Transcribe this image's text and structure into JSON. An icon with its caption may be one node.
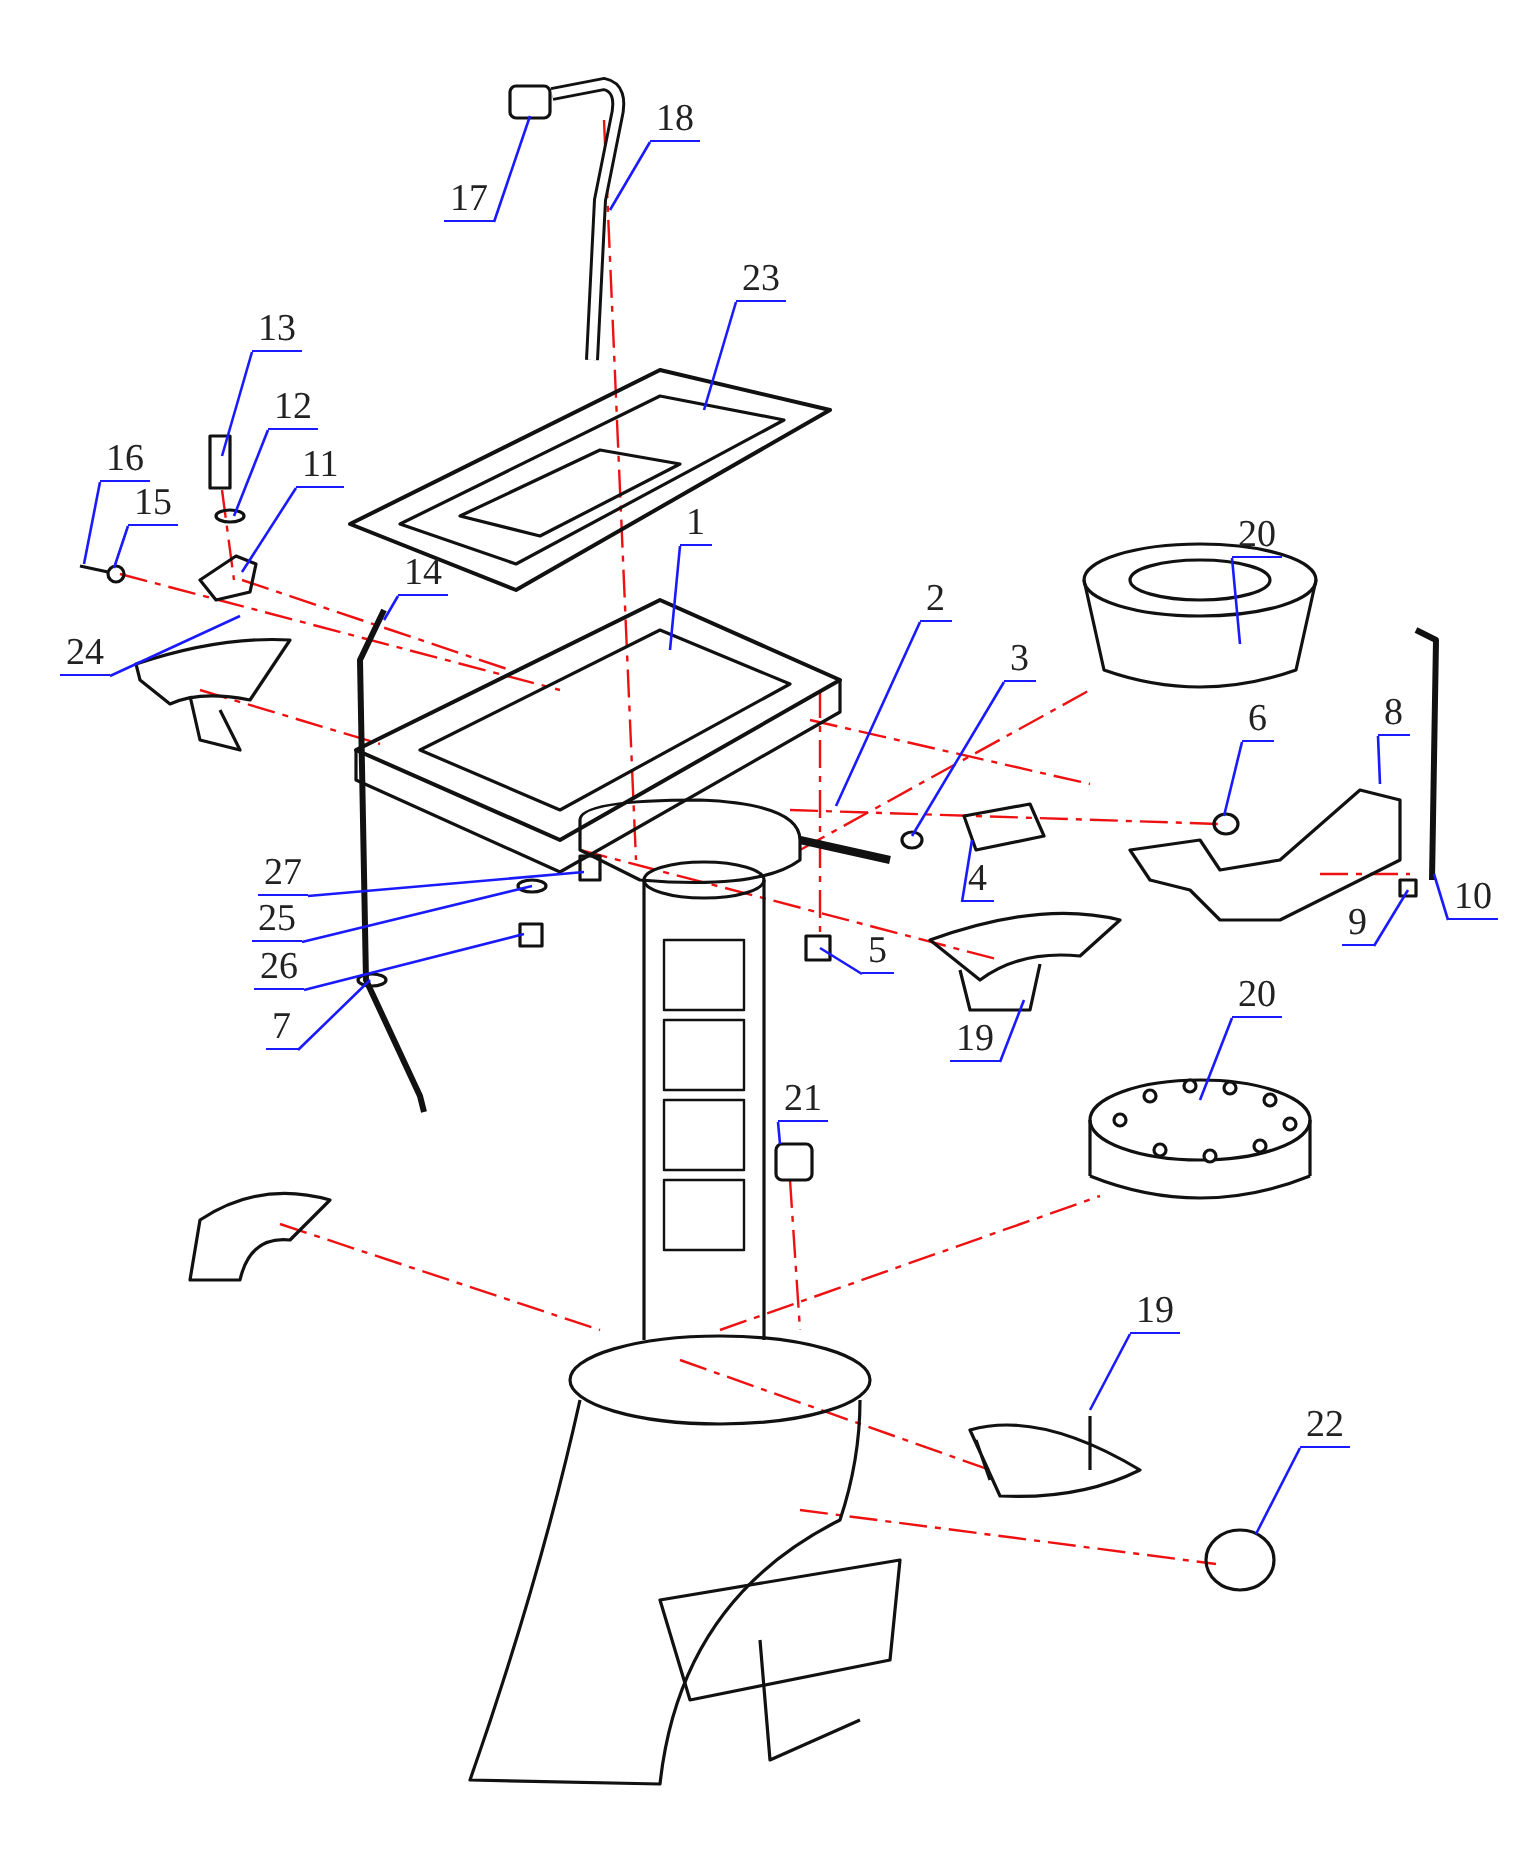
{
  "diagram": {
    "nodes": [
      {
        "text": [
          "17"
        ]
      },
      {
        "text": [
          "18"
        ]
      },
      {
        "text": [
          "23"
        ]
      },
      {
        "text": [
          "13"
        ]
      },
      {
        "text": [
          "12"
        ]
      },
      {
        "text": [
          "16"
        ]
      },
      {
        "text": [
          "15"
        ]
      },
      {
        "text": [
          "11"
        ]
      },
      {
        "text": [
          "1"
        ]
      },
      {
        "text": [
          "20"
        ]
      },
      {
        "text": [
          "14"
        ]
      },
      {
        "text": [
          "2"
        ]
      },
      {
        "text": [
          "24"
        ]
      },
      {
        "text": [
          "3"
        ]
      },
      {
        "text": [
          "6"
        ]
      },
      {
        "text": [
          "8"
        ]
      },
      {
        "text": [
          "4"
        ]
      },
      {
        "text": [
          "27"
        ]
      },
      {
        "text": [
          "10"
        ]
      },
      {
        "text": [
          "25"
        ]
      },
      {
        "text": [
          "9"
        ]
      },
      {
        "text": [
          "5"
        ]
      },
      {
        "text": [
          "26"
        ]
      },
      {
        "text": [
          "7"
        ]
      },
      {
        "text": [
          "19"
        ]
      },
      {
        "text": [
          "21"
        ]
      },
      {
        "text": [
          "20"
        ]
      },
      {
        "text": [
          "19"
        ]
      },
      {
        "text": [
          "22"
        ]
      }
    ],
    "edges": [
      {
        "from": 0,
        "to": null,
        "arrow": "none"
      },
      {
        "from": 1,
        "to": null,
        "arrow": "none"
      },
      {
        "from": 2,
        "to": null,
        "arrow": "none"
      },
      {
        "from": 3,
        "to": null,
        "arrow": "none"
      },
      {
        "from": 4,
        "to": null,
        "arrow": "none"
      },
      {
        "from": 5,
        "to": null,
        "arrow": "none"
      },
      {
        "from": 6,
        "to": null,
        "arrow": "none"
      },
      {
        "from": 7,
        "to": null,
        "arrow": "none"
      },
      {
        "from": 8,
        "to": null,
        "arrow": "none"
      },
      {
        "from": 9,
        "to": null,
        "arrow": "none"
      },
      {
        "from": 10,
        "to": null,
        "arrow": "none"
      },
      {
        "from": 11,
        "to": null,
        "arrow": "none"
      },
      {
        "from": 12,
        "to": null,
        "arrow": "none"
      },
      {
        "from": 13,
        "to": null,
        "arrow": "none"
      },
      {
        "from": 14,
        "to": null,
        "arrow": "none"
      },
      {
        "from": 15,
        "to": null,
        "arrow": "none"
      },
      {
        "from": 16,
        "to": null,
        "arrow": "none"
      },
      {
        "from": 17,
        "to": null,
        "arrow": "none"
      },
      {
        "from": 18,
        "to": null,
        "arrow": "none"
      },
      {
        "from": 19,
        "to": null,
        "arrow": "none"
      },
      {
        "from": 20,
        "to": null,
        "arrow": "none"
      },
      {
        "from": 21,
        "to": null,
        "arrow": "none"
      },
      {
        "from": 22,
        "to": null,
        "arrow": "none"
      },
      {
        "from": 23,
        "to": null,
        "arrow": "none"
      },
      {
        "from": 24,
        "to": null,
        "arrow": "none"
      },
      {
        "from": 25,
        "to": null,
        "arrow": "none"
      },
      {
        "from": 26,
        "to": null,
        "arrow": "none"
      },
      {
        "from": 27,
        "to": null,
        "arrow": "none"
      },
      {
        "from": 28,
        "to": null,
        "arrow": "none"
      }
    ]
  }
}
